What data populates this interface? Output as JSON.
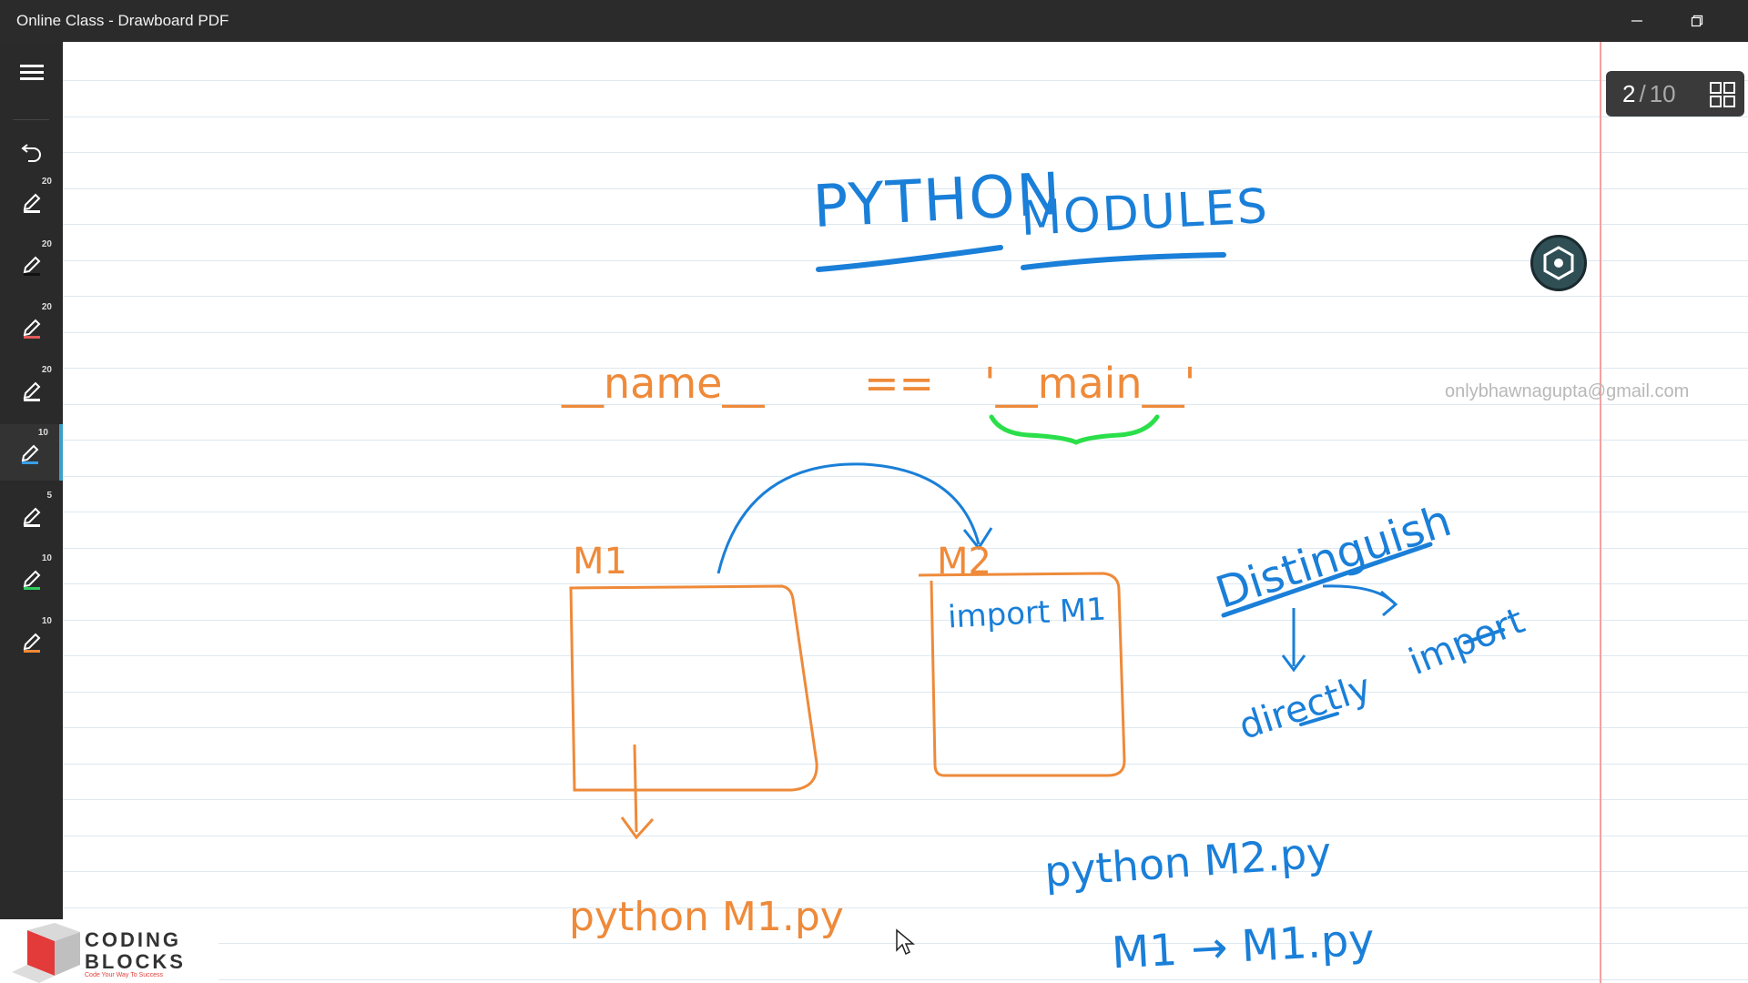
{
  "window": {
    "title": "Online Class - Drawboard PDF"
  },
  "toolbar": {
    "tools": [
      {
        "name": "pen-tool-1",
        "size": "20",
        "color": "#ffffff"
      },
      {
        "name": "pen-tool-2",
        "size": "20",
        "color": "#111111"
      },
      {
        "name": "pen-tool-3",
        "size": "20",
        "color": "#e05a5a"
      },
      {
        "name": "pen-tool-4",
        "size": "20",
        "color": "#ffffff"
      },
      {
        "name": "pen-tool-5",
        "size": "10",
        "color": "#3aa0e8"
      },
      {
        "name": "pen-tool-6",
        "size": "5",
        "color": "#ffffff"
      },
      {
        "name": "pen-tool-7",
        "size": "10",
        "color": "#2fcf5f"
      },
      {
        "name": "pen-tool-8",
        "size": "10",
        "color": "#ee8a3a"
      }
    ],
    "active_tool_index": 4
  },
  "pager": {
    "current": "2",
    "separator": "/",
    "total": "10"
  },
  "watermark": "onlybhawnagupta@gmail.com",
  "notes": {
    "heading_word1": "PYTHON",
    "heading_word2": "MODULES",
    "name_lhs": "__name__",
    "equals": "==",
    "main_rhs": "'__main__'",
    "box1_label": "M1",
    "box2_label": "M2",
    "box2_content": "import M1",
    "run_cmd1": "python M1.py",
    "run_cmd2": "python M2.py",
    "mapping": "M1 → M1.py",
    "distinguish": "Distinguish",
    "directly": "directly",
    "import": "import"
  },
  "logo": {
    "line1": "CODING",
    "line2": "BLOCKS",
    "tagline": "Code Your Way To Success"
  },
  "colors": {
    "orange_ink": "#ee8a3a",
    "blue_ink": "#1a7fd8",
    "green_ink": "#2adf4a"
  }
}
